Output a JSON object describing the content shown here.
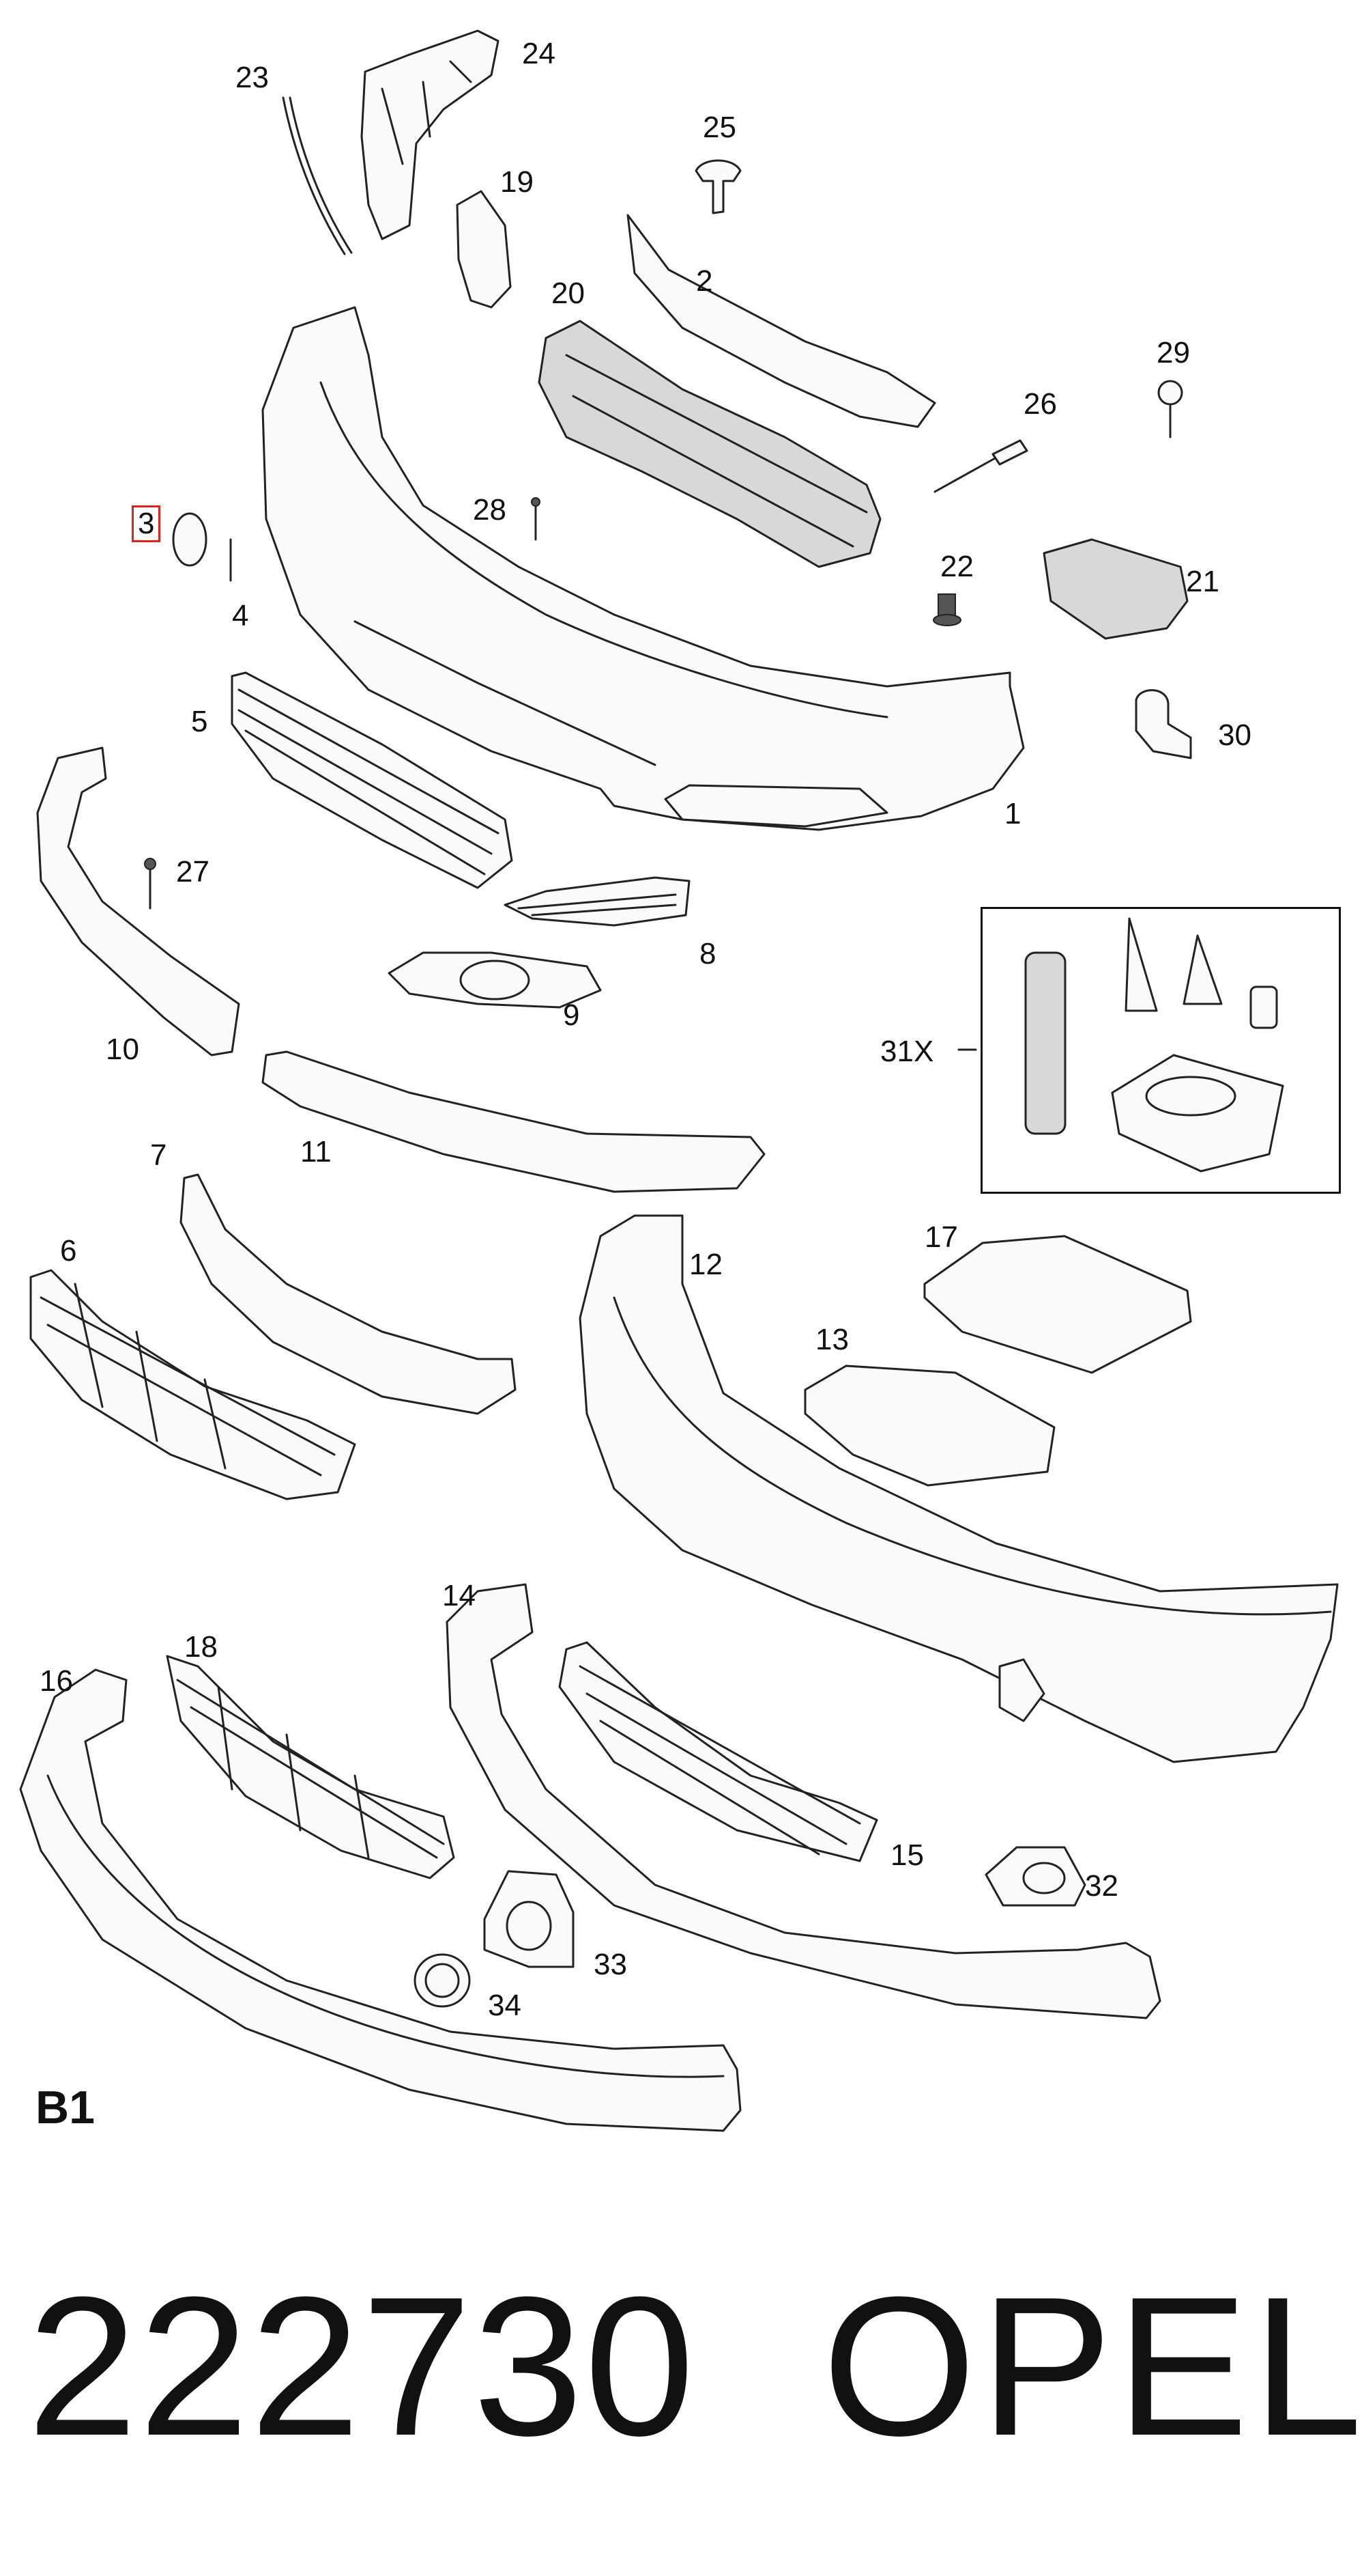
{
  "callouts": [
    {
      "id": "1",
      "label": "1"
    },
    {
      "id": "2",
      "label": "2"
    },
    {
      "id": "3",
      "label": "3"
    },
    {
      "id": "4",
      "label": "4"
    },
    {
      "id": "5",
      "label": "5"
    },
    {
      "id": "6",
      "label": "6"
    },
    {
      "id": "7",
      "label": "7"
    },
    {
      "id": "8",
      "label": "8"
    },
    {
      "id": "9",
      "label": "9"
    },
    {
      "id": "10",
      "label": "10"
    },
    {
      "id": "11",
      "label": "11"
    },
    {
      "id": "12",
      "label": "12"
    },
    {
      "id": "13",
      "label": "13"
    },
    {
      "id": "14",
      "label": "14"
    },
    {
      "id": "15",
      "label": "15"
    },
    {
      "id": "16",
      "label": "16"
    },
    {
      "id": "17",
      "label": "17"
    },
    {
      "id": "18",
      "label": "18"
    },
    {
      "id": "19",
      "label": "19"
    },
    {
      "id": "20",
      "label": "20"
    },
    {
      "id": "21",
      "label": "21"
    },
    {
      "id": "22",
      "label": "22"
    },
    {
      "id": "23",
      "label": "23"
    },
    {
      "id": "24",
      "label": "24"
    },
    {
      "id": "25",
      "label": "25"
    },
    {
      "id": "26",
      "label": "26"
    },
    {
      "id": "27",
      "label": "27"
    },
    {
      "id": "28",
      "label": "28"
    },
    {
      "id": "29",
      "label": "29"
    },
    {
      "id": "30",
      "label": "30"
    },
    {
      "id": "31X",
      "label": "31X"
    },
    {
      "id": "32",
      "label": "32"
    },
    {
      "id": "33",
      "label": "33"
    },
    {
      "id": "34",
      "label": "34"
    }
  ],
  "highlighted_callout": "3",
  "highlight_color": "#e0241b",
  "section_code": "B1",
  "part_number": "222730",
  "brand": "OPEL"
}
